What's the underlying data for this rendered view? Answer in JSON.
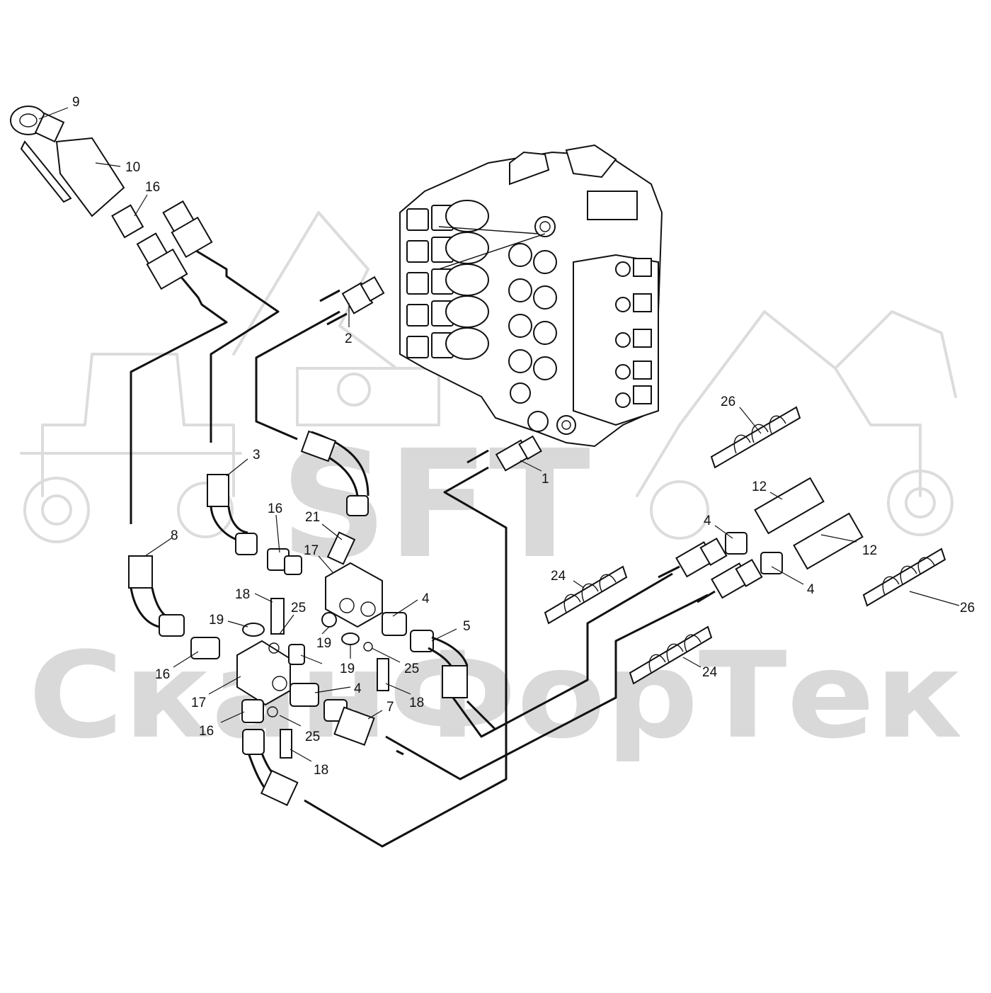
{
  "watermark": {
    "logo_text": "SFT",
    "company_text": "СканФорТек"
  },
  "callouts": [
    {
      "label": "9"
    },
    {
      "label": "10"
    },
    {
      "label": "16"
    },
    {
      "label": "2"
    },
    {
      "label": "26"
    },
    {
      "label": "3"
    },
    {
      "label": "1"
    },
    {
      "label": "16"
    },
    {
      "label": "21"
    },
    {
      "label": "12"
    },
    {
      "label": "8"
    },
    {
      "label": "17"
    },
    {
      "label": "4"
    },
    {
      "label": "12"
    },
    {
      "label": "24"
    },
    {
      "label": "4"
    },
    {
      "label": "18"
    },
    {
      "label": "25"
    },
    {
      "label": "4"
    },
    {
      "label": "26"
    },
    {
      "label": "19"
    },
    {
      "label": "5"
    },
    {
      "label": "19"
    },
    {
      "label": "19"
    },
    {
      "label": "25"
    },
    {
      "label": "16"
    },
    {
      "label": "24"
    },
    {
      "label": "4"
    },
    {
      "label": "17"
    },
    {
      "label": "18"
    },
    {
      "label": "7"
    },
    {
      "label": "16"
    },
    {
      "label": "25"
    },
    {
      "label": "18"
    }
  ]
}
